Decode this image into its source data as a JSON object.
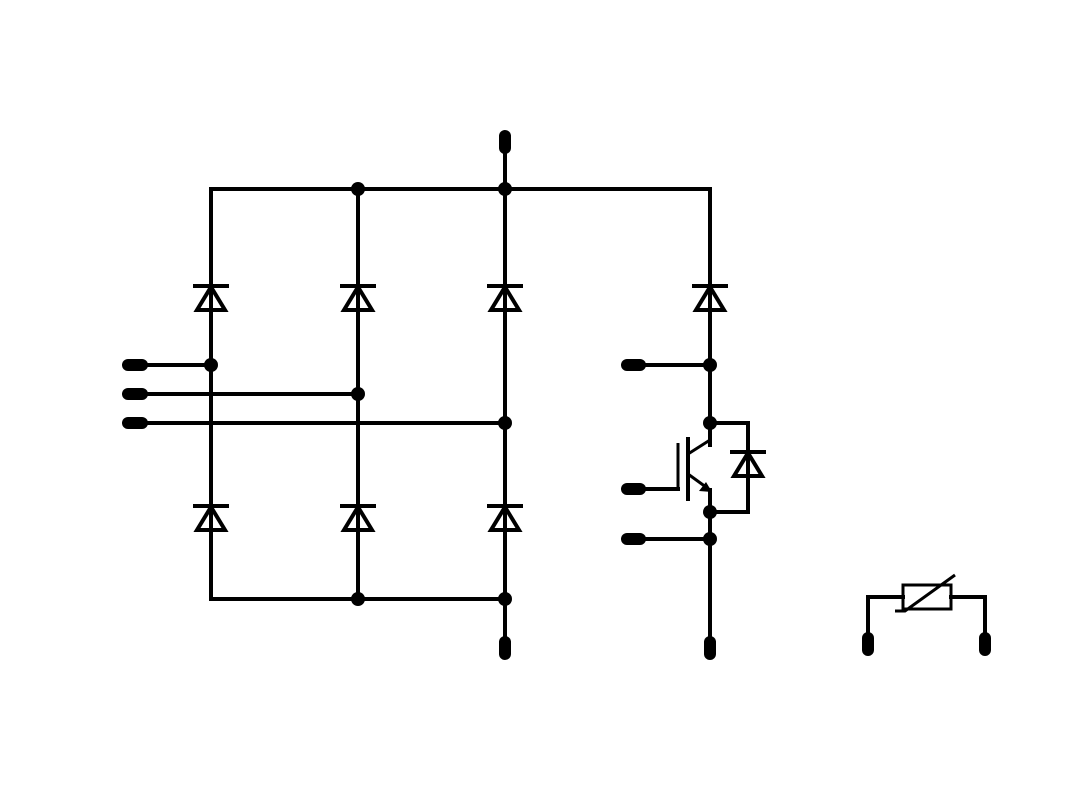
{
  "diagram": {
    "kind": "circuit-schematic",
    "stroke_color": "#000000",
    "background_color": "#ffffff",
    "components": [
      {
        "type": "diode",
        "role": "rectifier-upper",
        "count": 3
      },
      {
        "type": "diode",
        "role": "rectifier-lower",
        "count": 3
      },
      {
        "type": "diode",
        "role": "brake-chopper-diode",
        "count": 1
      },
      {
        "type": "igbt",
        "role": "brake-chopper-switch",
        "count": 1
      },
      {
        "type": "diode",
        "role": "igbt-freewheel-diode",
        "count": 1
      },
      {
        "type": "thermistor",
        "role": "ntc-temperature-sensor",
        "count": 1
      }
    ],
    "terminals": [
      {
        "name": "dc-plus-terminal"
      },
      {
        "name": "ac-input-1-terminal"
      },
      {
        "name": "ac-input-2-terminal"
      },
      {
        "name": "ac-input-3-terminal"
      },
      {
        "name": "dc-minus-terminal"
      },
      {
        "name": "brake-output-terminal"
      },
      {
        "name": "igbt-gate-terminal"
      },
      {
        "name": "igbt-emitter-sense-terminal"
      },
      {
        "name": "brake-minus-terminal"
      },
      {
        "name": "ntc-terminal-1"
      },
      {
        "name": "ntc-terminal-2"
      }
    ]
  }
}
